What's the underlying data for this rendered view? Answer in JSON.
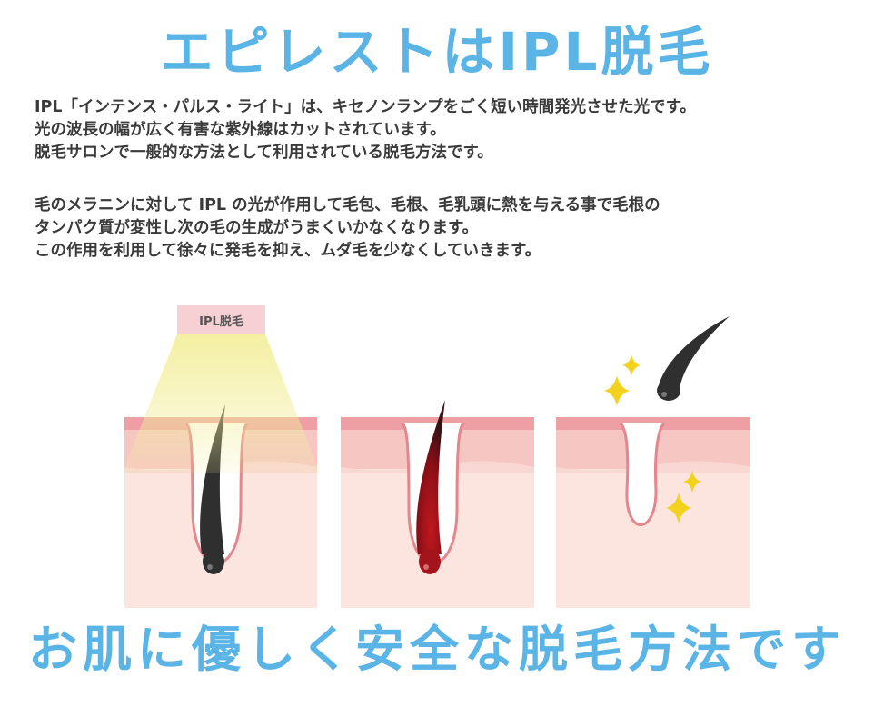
{
  "title": "エピレストはIPL脱毛",
  "paragraph1": [
    "IPL「インテンス・パルス・ライト」は、キセノンランプをごく短い時間発光させた光です。",
    "光の波長の幅が広く有害な紫外線はカットされています。",
    "脱毛サロンで一般的な方法として利用されている脱毛方法です。"
  ],
  "paragraph2": [
    "毛のメラニンに対して IPL の光が作用して毛包、毛根、毛乳頭に熱を与える事で毛根の",
    "タンパク質が変性し次の毛の生成がうまくいかなくなります。",
    "この作用を利用して徐々に発毛を抑え、ムダ毛を少なくしていきます。"
  ],
  "diagram": {
    "label": "IPL脱毛",
    "colors": {
      "skin_top": "#ee9fa3",
      "skin_mid": "#f6c7c2",
      "skin_base": "#fce4df",
      "follicle_outline": "#e4868c",
      "hair_dark": "#2f2f2f",
      "hair_heated": "#a3141c",
      "light_beam": "#f3ee9c",
      "sparkle": "#f3d21e"
    },
    "panels": [
      "normal-hair",
      "heated-hair",
      "hair-removed"
    ]
  },
  "footer": "お肌に優しく安全な脱毛方法です"
}
